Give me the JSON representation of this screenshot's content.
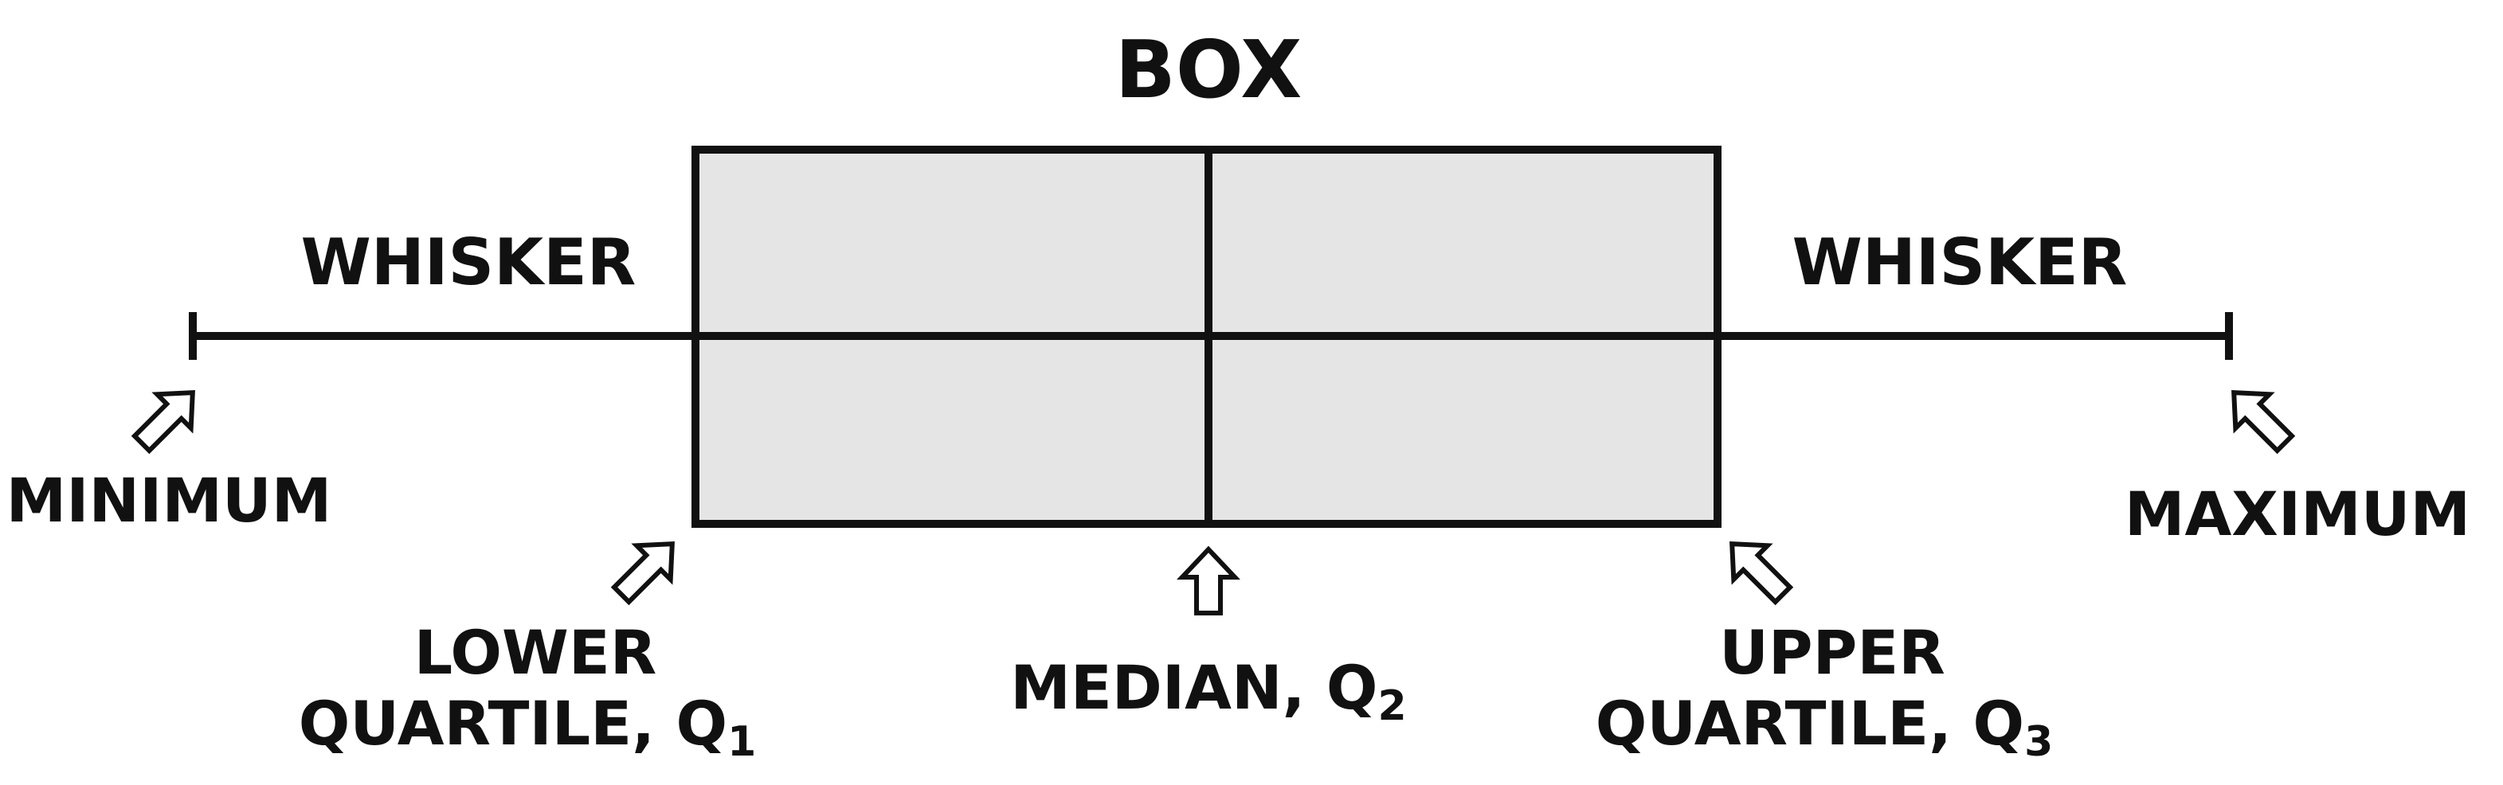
{
  "labels": {
    "box": "BOX",
    "whisker_left": "WHISKER",
    "whisker_right": "WHISKER",
    "minimum": "MINIMUM",
    "maximum": "MAXIMUM",
    "lower_quartile_line1": "LOWER",
    "lower_quartile_line2": "QUARTILE, Q",
    "lower_quartile_sub": "1",
    "median": "MEDIAN, Q",
    "median_sub": "2",
    "upper_quartile_line1": "UPPER",
    "upper_quartile_line2": "QUARTILE, Q",
    "upper_quartile_sub": "3"
  },
  "colors": {
    "box_fill": "#e5e5e5",
    "stroke": "#111111"
  }
}
